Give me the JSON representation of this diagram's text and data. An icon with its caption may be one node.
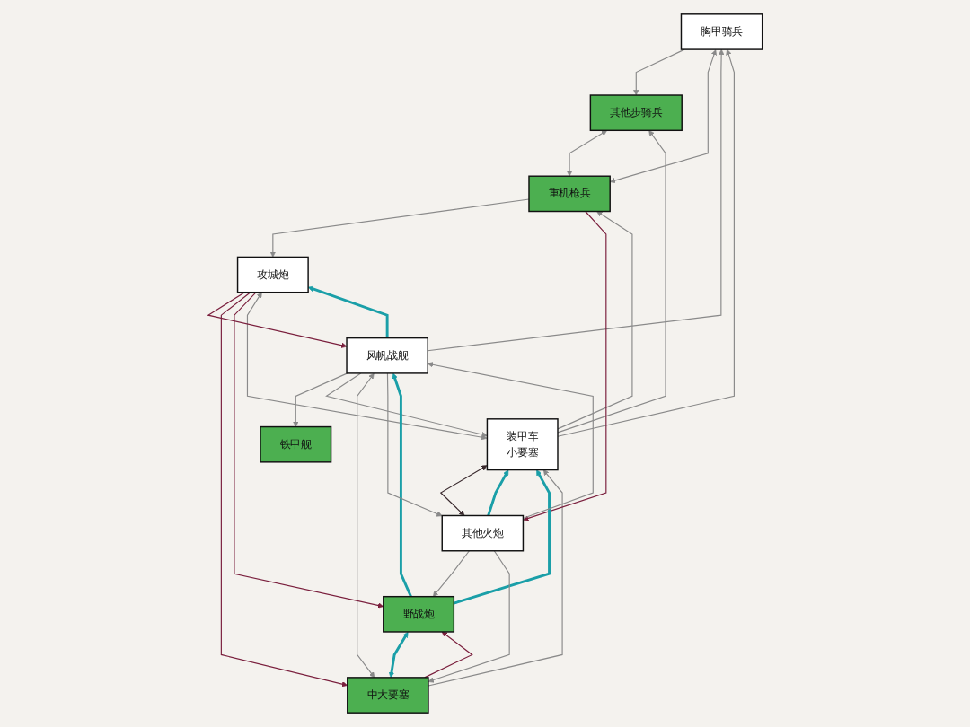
{
  "diagram": {
    "nodes": [
      {
        "text": [
          "胸甲骑兵"
        ]
      },
      {
        "text": [
          "其他步骑兵"
        ]
      },
      {
        "text": [
          "装甲车",
          "小要塞"
        ]
      },
      {
        "text": [
          "重机枪兵"
        ]
      },
      {
        "text": [
          "铁甲舰"
        ]
      },
      {
        "text": [
          "风帆战舰"
        ]
      },
      {
        "text": [
          "中大要塞"
        ]
      },
      {
        "text": [
          "攻城炮"
        ]
      },
      {
        "text": [
          "其他火炮"
        ]
      },
      {
        "text": [
          "野战炮"
        ]
      }
    ],
    "edges": [
      {
        "from": 5,
        "to": 4,
        "arrow": "to"
      },
      {
        "from": 5,
        "to": 0,
        "arrow": "to"
      },
      {
        "from": 0,
        "to": 1,
        "arrow": "to"
      },
      {
        "from": 0,
        "to": 3,
        "arrow": "both"
      },
      {
        "from": 2,
        "to": 0,
        "arrow": "to"
      },
      {
        "from": 2,
        "to": 1,
        "arrow": "to"
      },
      {
        "from": 1,
        "to": 3,
        "arrow": "both"
      },
      {
        "from": 2,
        "to": 3,
        "arrow": "to"
      },
      {
        "from": 5,
        "to": 2,
        "arrow": "to"
      },
      {
        "from": 6,
        "to": 2,
        "arrow": "to"
      },
      {
        "from": 2,
        "to": 7,
        "arrow": "both"
      },
      {
        "from": 3,
        "to": 7,
        "arrow": "to"
      },
      {
        "from": 3,
        "to": 8,
        "arrow": "to",
        "color": "#7a1f3d"
      },
      {
        "from": 5,
        "to": 6,
        "arrow": "both"
      },
      {
        "from": 5,
        "to": 7,
        "arrow": "to",
        "style": "thick",
        "color": "#1a9fa8"
      },
      {
        "from": 7,
        "to": 5,
        "arrow": "to",
        "color": "#7a1f3d"
      },
      {
        "from": 7,
        "to": 6,
        "arrow": "to",
        "color": "#7a1f3d"
      },
      {
        "from": 7,
        "to": 9,
        "arrow": "to",
        "color": "#7a1f3d"
      },
      {
        "from": 8,
        "to": 2,
        "arrow": "to",
        "style": "thick",
        "color": "#1a9fa8"
      },
      {
        "from": 2,
        "to": 8,
        "arrow": "both",
        "color": "#3a2a2e"
      },
      {
        "from": 9,
        "to": 2,
        "arrow": "to",
        "style": "thick",
        "color": "#1a9fa8"
      },
      {
        "from": 9,
        "to": 5,
        "arrow": "to",
        "style": "thick",
        "color": "#1a9fa8"
      },
      {
        "from": 9,
        "to": 6,
        "arrow": "both",
        "style": "thick",
        "color": "#1a9fa8"
      },
      {
        "from": 6,
        "to": 9,
        "arrow": "to",
        "color": "#7a1f3d"
      },
      {
        "from": 8,
        "to": 9,
        "arrow": "to"
      },
      {
        "from": 5,
        "to": 8,
        "arrow": "to"
      },
      {
        "from": 8,
        "to": 5,
        "arrow": "to"
      },
      {
        "from": 8,
        "to": 6,
        "arrow": "to"
      }
    ]
  }
}
